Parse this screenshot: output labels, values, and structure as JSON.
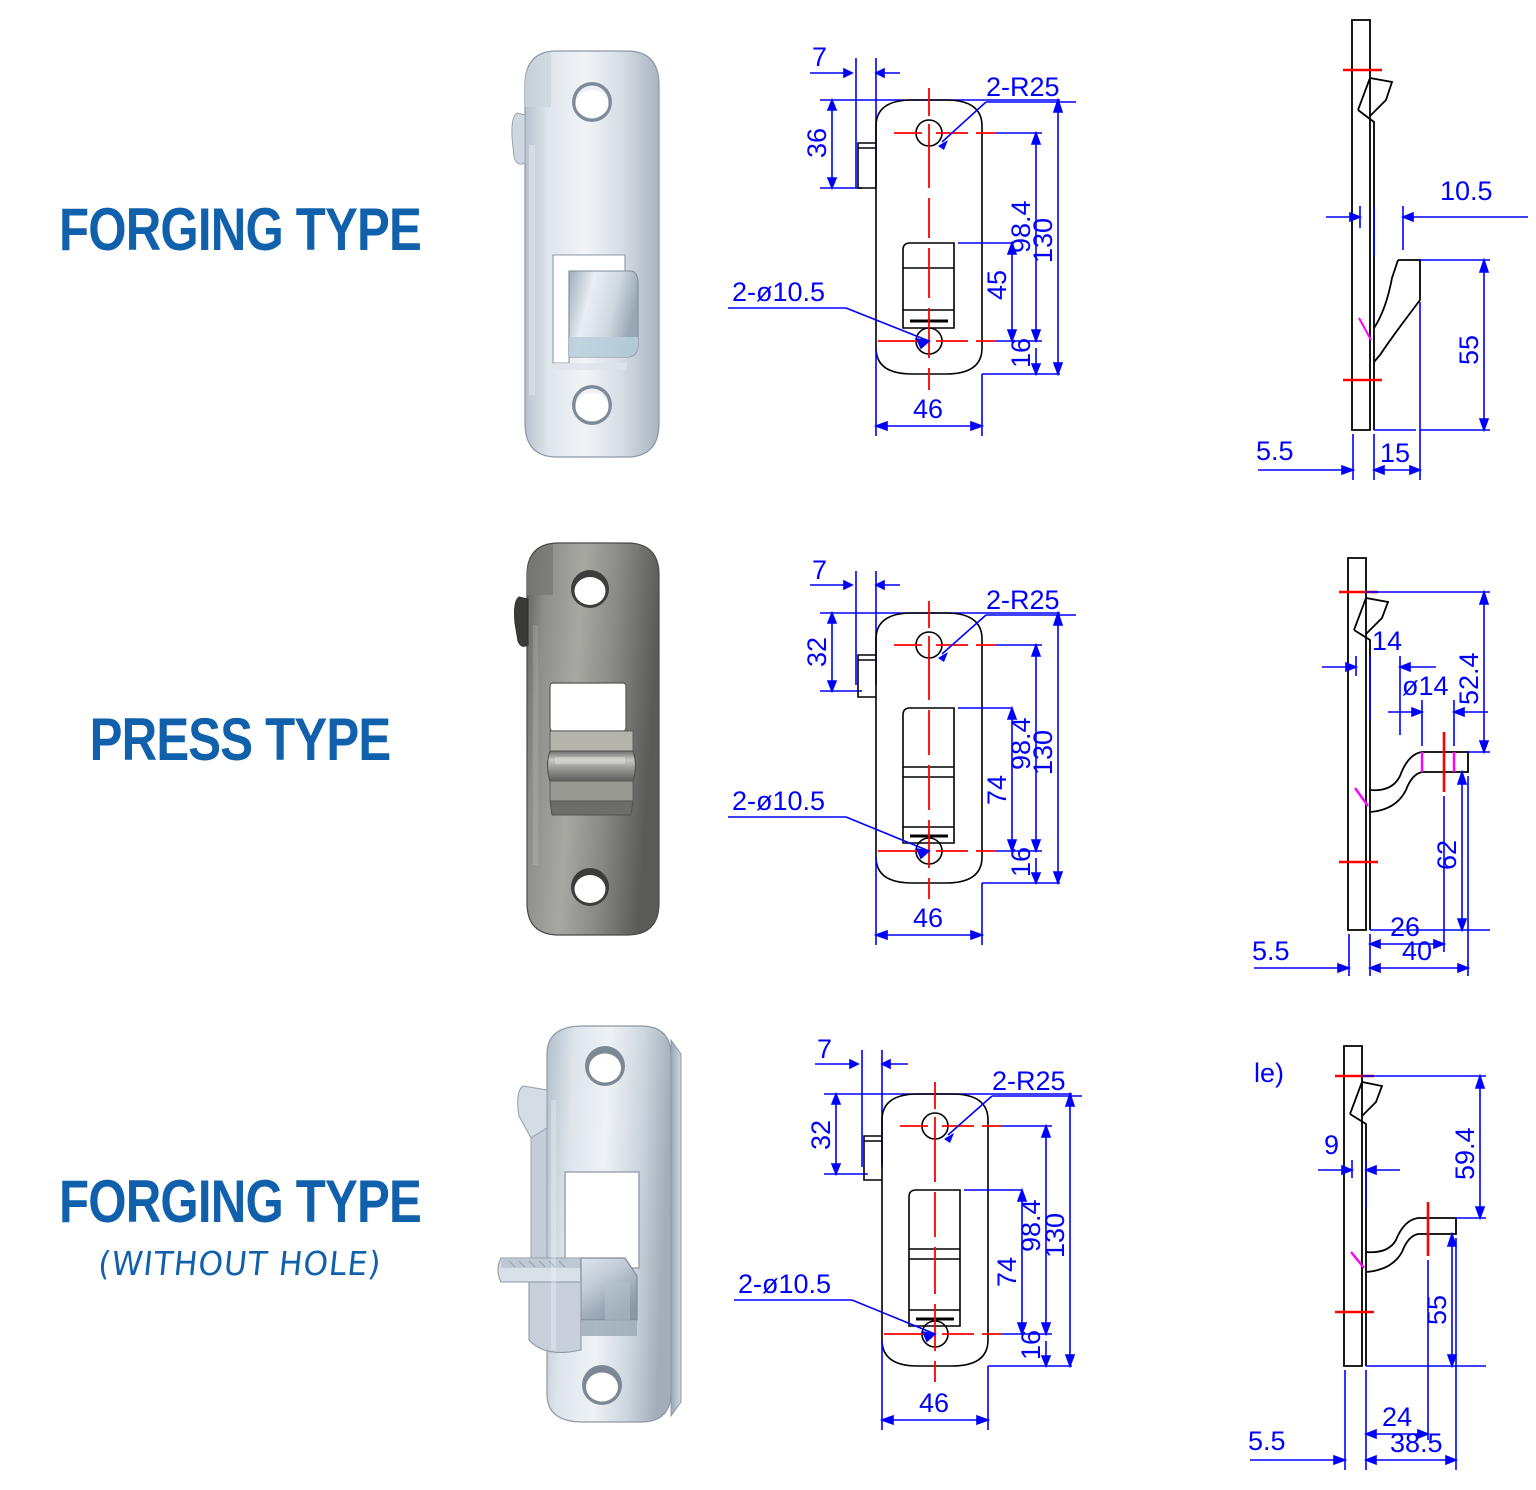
{
  "page": {
    "background": "#ffffff",
    "accent_blue": "#1060ac",
    "cad_blue": "#0000ff",
    "cad_red": "#ff0000",
    "cad_black": "#000000",
    "cad_magenta": "#ff00ff"
  },
  "rows": [
    {
      "label": "FORGING TYPE",
      "sublabel": "",
      "photo_finish": "bright zinc plated",
      "front_view": {
        "dims": {
          "offset_top_left": "7",
          "radius_note": "2-R25",
          "tab_height": "36",
          "hole_note": "2-ø10.5",
          "feature_height": "45",
          "center_to_center": "98.4",
          "overall_length": "130",
          "bottom_hole_offset": "16",
          "width": "46"
        }
      },
      "side_view": {
        "dims": {
          "tab_projection": "10.5",
          "hook_height": "55",
          "plate_thickness": "5.5",
          "hook_projection": "15"
        },
        "note": ""
      }
    },
    {
      "label": "PRESS TYPE",
      "sublabel": "",
      "photo_finish": "raw pressed steel",
      "front_view": {
        "dims": {
          "offset_top_left": "7",
          "radius_note": "2-R25",
          "tab_height": "32",
          "hole_note": "2-ø10.5",
          "feature_height": "74",
          "center_to_center": "98.4",
          "overall_length": "130",
          "bottom_hole_offset": "16",
          "width": "46"
        }
      },
      "side_view": {
        "dims": {
          "tab_projection": "14",
          "roller_dia": "ø14",
          "upper_height": "52.4",
          "hook_height": "62",
          "plate_thickness": "5.5",
          "inner_projection": "26",
          "hook_projection": "40"
        },
        "note": ""
      }
    },
    {
      "label": "FORGING TYPE",
      "sublabel": "(WITHOUT HOLE)",
      "photo_finish": "bright zinc plated",
      "front_view": {
        "dims": {
          "offset_top_left": "7",
          "radius_note": "2-R25",
          "tab_height": "32",
          "hole_note": "2-ø10.5",
          "feature_height": "74",
          "center_to_center": "98.4",
          "overall_length": "130",
          "bottom_hole_offset": "16",
          "width": "46"
        }
      },
      "side_view": {
        "dims": {
          "tab_projection": "9",
          "upper_height": "59.4",
          "hook_height": "55",
          "plate_thickness": "5.5",
          "inner_projection": "24",
          "hook_projection": "38.5"
        },
        "note": "le)"
      }
    }
  ]
}
